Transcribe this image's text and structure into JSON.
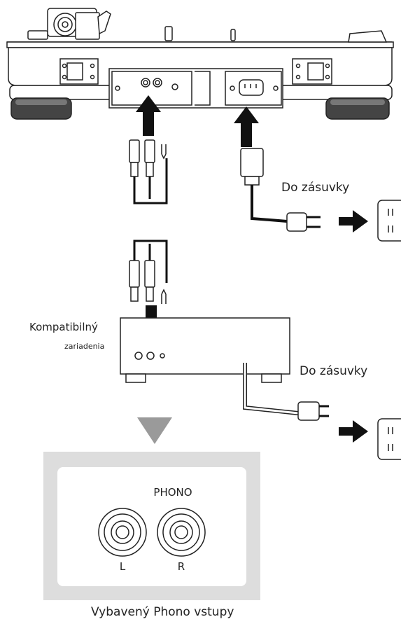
{
  "labels": {
    "socket_top": "Do zásuvky",
    "compatible_line1": "Kompatibilný",
    "compatible_line2": "zariadenia",
    "socket_bottom": "Do zásuvky",
    "phono_title": "PHONO",
    "channel_left": "L",
    "channel_right": "R",
    "caption": "Vybavený Phono vstupy"
  },
  "colors": {
    "line": "#222222",
    "panel_gray": "#dddddd",
    "triangle_gray": "#9a9a9a",
    "cable_black": "#111111"
  }
}
